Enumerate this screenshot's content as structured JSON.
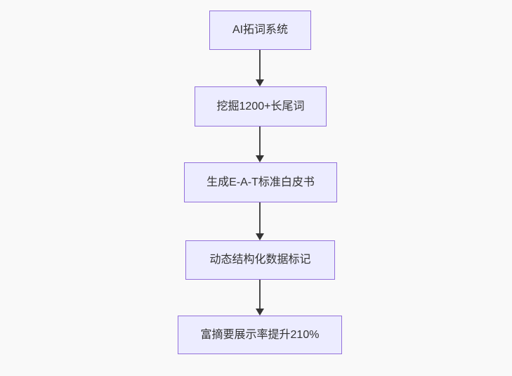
{
  "diagram": {
    "type": "flowchart",
    "direction": "top-down",
    "steps": [
      {
        "id": "step-1",
        "label": "AI拓词系统"
      },
      {
        "id": "step-2",
        "label": "挖掘1200+长尾词"
      },
      {
        "id": "step-3",
        "label": "生成E-A-T标准白皮书"
      },
      {
        "id": "step-4",
        "label": "动态结构化数据标记"
      },
      {
        "id": "step-5",
        "label": "富摘要展示率提升210%"
      }
    ],
    "connections": [
      {
        "from": "step-1",
        "to": "step-2"
      },
      {
        "from": "step-2",
        "to": "step-3"
      },
      {
        "from": "step-3",
        "to": "step-4"
      },
      {
        "from": "step-4",
        "to": "step-5"
      }
    ],
    "colors": {
      "background": "#f9f9f9",
      "node_fill": "#ececff",
      "node_border": "#9370db",
      "node_text": "#333333",
      "arrow": "#333333"
    }
  }
}
